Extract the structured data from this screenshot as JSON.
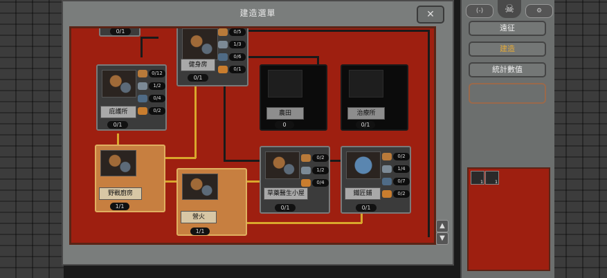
{
  "dialog": {
    "title": "建造選單",
    "close_icon": "hammer-cross-icon"
  },
  "buildings": [
    {
      "id": "top-left",
      "name": "",
      "count": "0/1",
      "state": "normal"
    },
    {
      "id": "gym",
      "name": "健身房",
      "count": "0/1",
      "state": "normal",
      "resources": [
        "0/5",
        "1/3",
        "0/6",
        "0/1"
      ]
    },
    {
      "id": "shelter",
      "name": "庇護所",
      "count": "0/1",
      "state": "normal",
      "resources": [
        "0/12",
        "1/2",
        "0/4",
        "0/2"
      ]
    },
    {
      "id": "farm",
      "name": "農田",
      "count": "0",
      "state": "locked"
    },
    {
      "id": "treatment",
      "name": "治療所",
      "count": "0/1",
      "state": "locked"
    },
    {
      "id": "field-kitchen",
      "name": "野戰廚房",
      "count": "1/1",
      "state": "built"
    },
    {
      "id": "campfire",
      "name": "營火",
      "count": "1/1",
      "state": "built"
    },
    {
      "id": "herb-hut",
      "name": "草藥醫生小屋",
      "count": "0/1",
      "state": "normal",
      "resources": [
        "0/2",
        "1/2",
        "0/4"
      ]
    },
    {
      "id": "smithy",
      "name": "鐵匠鋪",
      "count": "0/1",
      "state": "normal",
      "resources": [
        "0/2",
        "1/4",
        "0/7",
        "0/2"
      ]
    }
  ],
  "panel": {
    "top_left_btn": "(-)",
    "top_right_btn": "⚙",
    "menu": [
      {
        "label": "遠征",
        "active": false
      },
      {
        "label": "建造",
        "active": true
      },
      {
        "label": "統計數值",
        "active": false
      }
    ],
    "inventory": [
      {
        "icon": "ore-icon",
        "qty": "1"
      },
      {
        "icon": "stone-icon",
        "qty": "1"
      }
    ]
  },
  "colors": {
    "board": "#9e1f10",
    "gold_path": "#d9a72c",
    "active_menu": "#e0a83a"
  }
}
